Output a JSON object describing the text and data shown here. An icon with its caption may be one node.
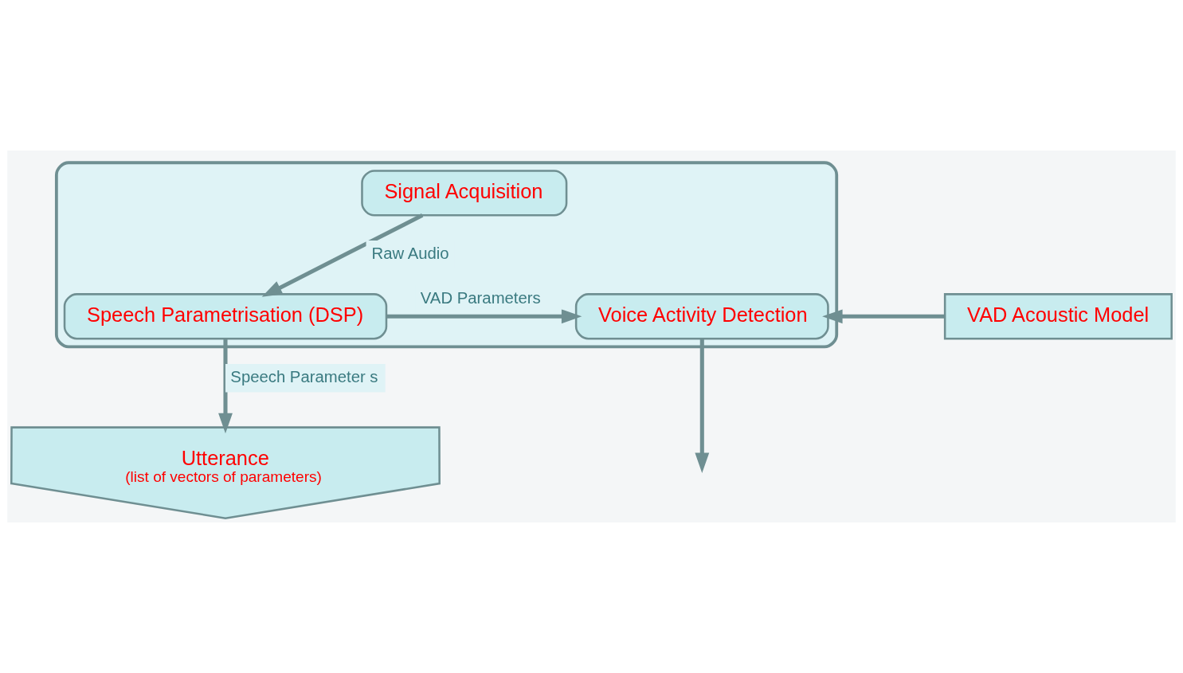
{
  "diagram": {
    "nodes": [
      {
        "text": [],
        "shape": "box"
      },
      {
        "text": [
          "Signal Acquisition"
        ],
        "in": 0
      },
      {
        "text": [
          "Speech Parametrisation (DSP)"
        ],
        "in": 0
      },
      {
        "text": [
          "Voice Activity Detection"
        ],
        "in": 0
      },
      {
        "text": [
          "VAD Acoustic Model"
        ]
      },
      {
        "text": [
          "Utterance",
          "(list of vectors of parameters)"
        ]
      }
    ],
    "edges": [
      {
        "from": 1,
        "to": 2,
        "arrow": "to",
        "label": "Raw Audio"
      },
      {
        "from": 2,
        "to": 3,
        "arrow": "to",
        "label": "VAD Parameters"
      },
      {
        "from": 2,
        "to": 5,
        "arrow": "to",
        "label": "Speech Parameter s"
      },
      {
        "from": 3,
        "to": null,
        "arrow": "to"
      },
      {
        "from": 4,
        "to": 3,
        "arrow": "to"
      }
    ]
  }
}
